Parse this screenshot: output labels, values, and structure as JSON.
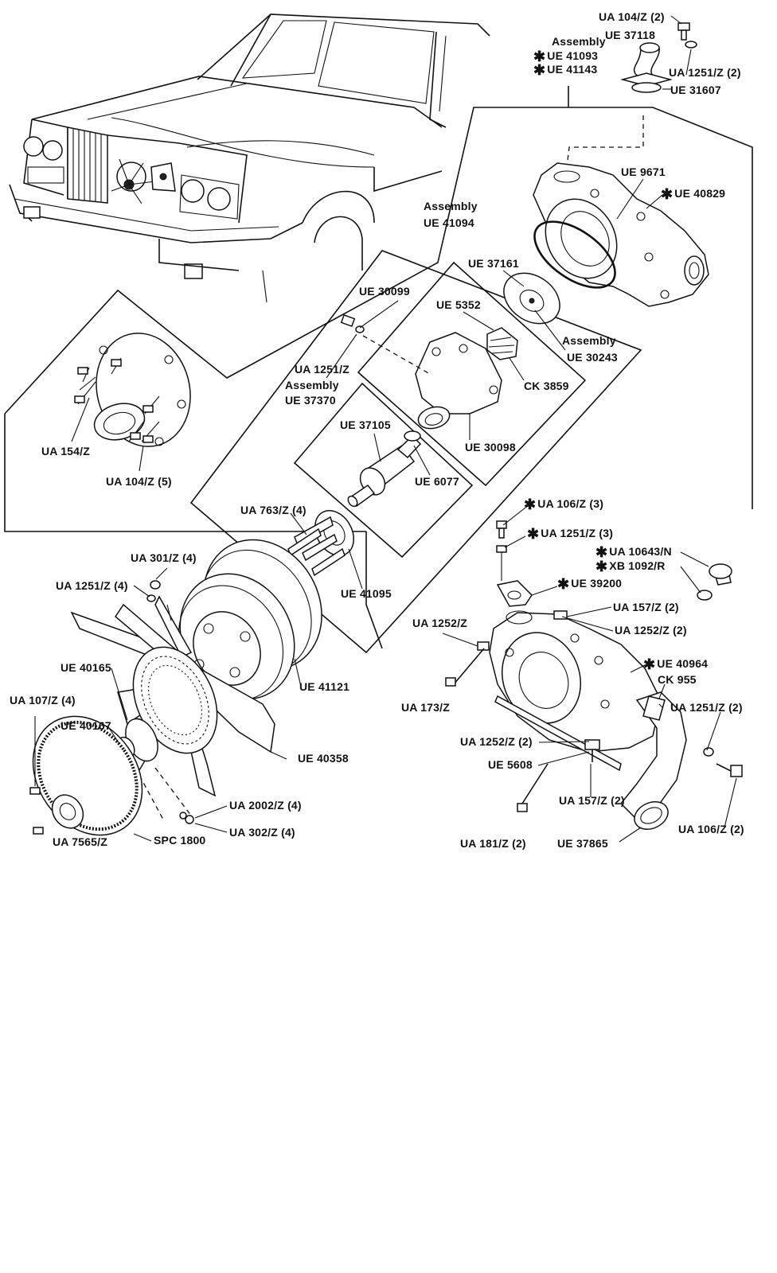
{
  "labels": {
    "ua104z2_top": "UA 104/Z (2)",
    "ue37118": "UE 37118",
    "assembly_top": "Assembly",
    "ue41093": "UE 41093",
    "ue41143": "UE 41143",
    "ua1251z2_top": "UA 1251/Z (2)",
    "ue31607": "UE 31607",
    "ue9671": "UE 9671",
    "ue40829": "UE 40829",
    "assembly_41094": "Assembly",
    "ue41094": "UE 41094",
    "ue37161": "UE 37161",
    "ue30099": "UE 30099",
    "ue5352": "UE 5352",
    "assembly_30243": "Assembly",
    "ue30243": "UE 30243",
    "ua1251z_mid": "UA 1251/Z",
    "assembly_37370": "Assembly",
    "ue37370": "UE 37370",
    "ck3859": "CK 3859",
    "ue37105": "UE 37105",
    "ue30098": "UE 30098",
    "ua154z": "UA 154/Z",
    "ue6077": "UE 6077",
    "ua104z5": "UA 104/Z (5)",
    "ua106z3": "UA 106/Z (3)",
    "ua763z4": "UA 763/Z (4)",
    "ua1251z3": "UA 1251/Z (3)",
    "ua10643n": "UA 10643/N",
    "xb1092r": "XB 1092/R",
    "ua301z4": "UA 301/Z (4)",
    "ue39200": "UE 39200",
    "ua1251z4": "UA 1251/Z (4)",
    "ue41095": "UE 41095",
    "ua157z2_top": "UA 157/Z (2)",
    "ua1252z_left": "UA 1252/Z",
    "ua1252z2_right": "UA 1252/Z (2)",
    "ue40964": "UE 40964",
    "ue40165": "UE 40165",
    "ck955": "CK 955",
    "ue41121": "UE 41121",
    "ua107z4": "UA 107/Z (4)",
    "ua173z": "UA 173/Z",
    "ua1251z2_right": "UA 1251/Z (2)",
    "ue40167": "UE 40167",
    "ua1252z2_bottom": "UA 1252/Z (2)",
    "ue40358": "UE 40358",
    "ue5608": "UE 5608",
    "ua157z2_bottom": "UA 157/Z (2)",
    "ua2002z4": "UA 2002/Z (4)",
    "ua302z4": "UA 302/Z (4)",
    "ua106z2": "UA 106/Z (2)",
    "ua7565z": "UA 7565/Z",
    "spc1800": "SPC 1800",
    "ua181z2": "UA 181/Z (2)",
    "ue37865": "UE 37865"
  },
  "star_symbol": "✱"
}
